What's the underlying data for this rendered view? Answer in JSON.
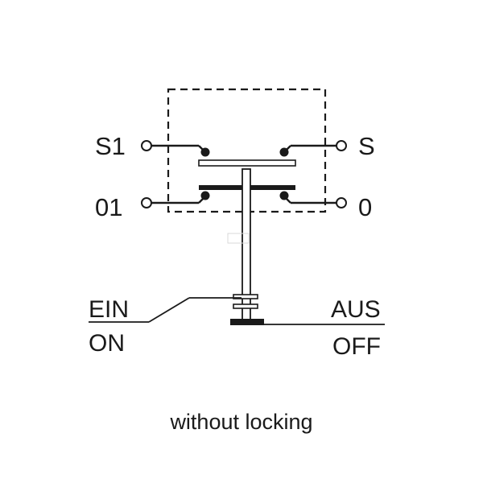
{
  "diagram": {
    "terminals": {
      "s1": "S1",
      "s": "S",
      "o1": "01",
      "o": "0"
    },
    "positions": {
      "on_de": "EIN",
      "on_en": "ON",
      "off_de": "AUS",
      "off_en": "OFF"
    },
    "caption": "without locking",
    "colors": {
      "ink": "#1a1a1a",
      "dashed_box": "#1a1a1a",
      "background": "#ffffff"
    }
  }
}
